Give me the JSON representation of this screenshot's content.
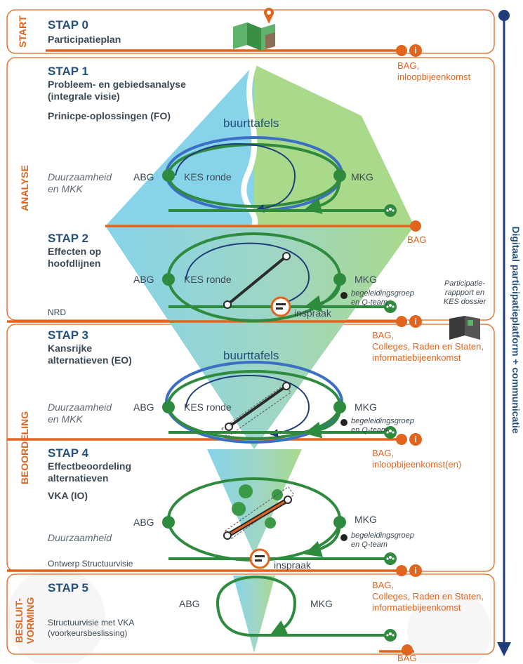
{
  "sections": {
    "start": "START",
    "analyse": "ANALYSE",
    "beoordeling": "BEOORDELING",
    "besluit_line1": "BESLUIT-",
    "besluit_line2": "VORMING"
  },
  "side_label": "Digitaal participatieplatform + communicatie",
  "stap0": {
    "label": "STAP 0",
    "title": "Participatieplan"
  },
  "stap1": {
    "label": "STAP 1",
    "title_line1": "Probleem- en gebiedsanalyse",
    "title_line2": "(integrale visie)",
    "subtitle": "Prinicpe-oplossingen (FO)",
    "note_line1": "Duurzaamheid",
    "note_line2": "en MKK"
  },
  "stap2": {
    "label": "STAP 2",
    "title_line1": "Effecten op",
    "title_line2": "hoofdlijnen",
    "nrd": "NRD"
  },
  "stap3": {
    "label": "STAP 3",
    "title_line1": "Kansrijke",
    "title_line2": "alternatieven (EO)",
    "note_line1": "Duurzaamheid",
    "note_line2": "en MKK"
  },
  "stap4": {
    "label": "STAP 4",
    "title_line1": "Effectbeoordeling",
    "title_line2": "alternatieven",
    "vka": "VKA (IO)",
    "note": "Duurzaamheid",
    "ontwerp": "Ontwerp Structuurvisie"
  },
  "stap5": {
    "label": "STAP 5",
    "text_line1": "Structuurvisie met VKA",
    "text_line2": "(voorkeursbeslissing)"
  },
  "nodes": {
    "abg": "ABG",
    "mkg": "MKG",
    "kes": "KES ronde"
  },
  "buurttafels": "buurttafels",
  "inspraak": "inspraak",
  "begeleiding_line1": "begeleidingsgroep",
  "begeleiding_line2": "en Q-team",
  "rapport": [
    "Participatie-",
    "rappport en",
    "KES dossier"
  ],
  "orange_notes": {
    "n1": [
      "BAG,",
      "inloopbijeenkomst"
    ],
    "n2": [
      "BAG"
    ],
    "n3": [
      "BAG,",
      "Colleges, Raden en Staten,",
      "informatiebijeenkomst"
    ],
    "n4": [
      "BAG,",
      "inloopbijeenkomst(en)"
    ],
    "n5": [
      "BAG,",
      "Colleges, Raden en Staten,",
      "informatiebijeenkomst"
    ],
    "n6": [
      "BAG"
    ]
  },
  "colors": {
    "orange": "#e2651f",
    "green": "#2e8b3e",
    "blue": "#3b6fc4",
    "navy": "#1f3d7a",
    "cyan": "#7fd0e8",
    "lightgreen": "#a8d88a"
  }
}
